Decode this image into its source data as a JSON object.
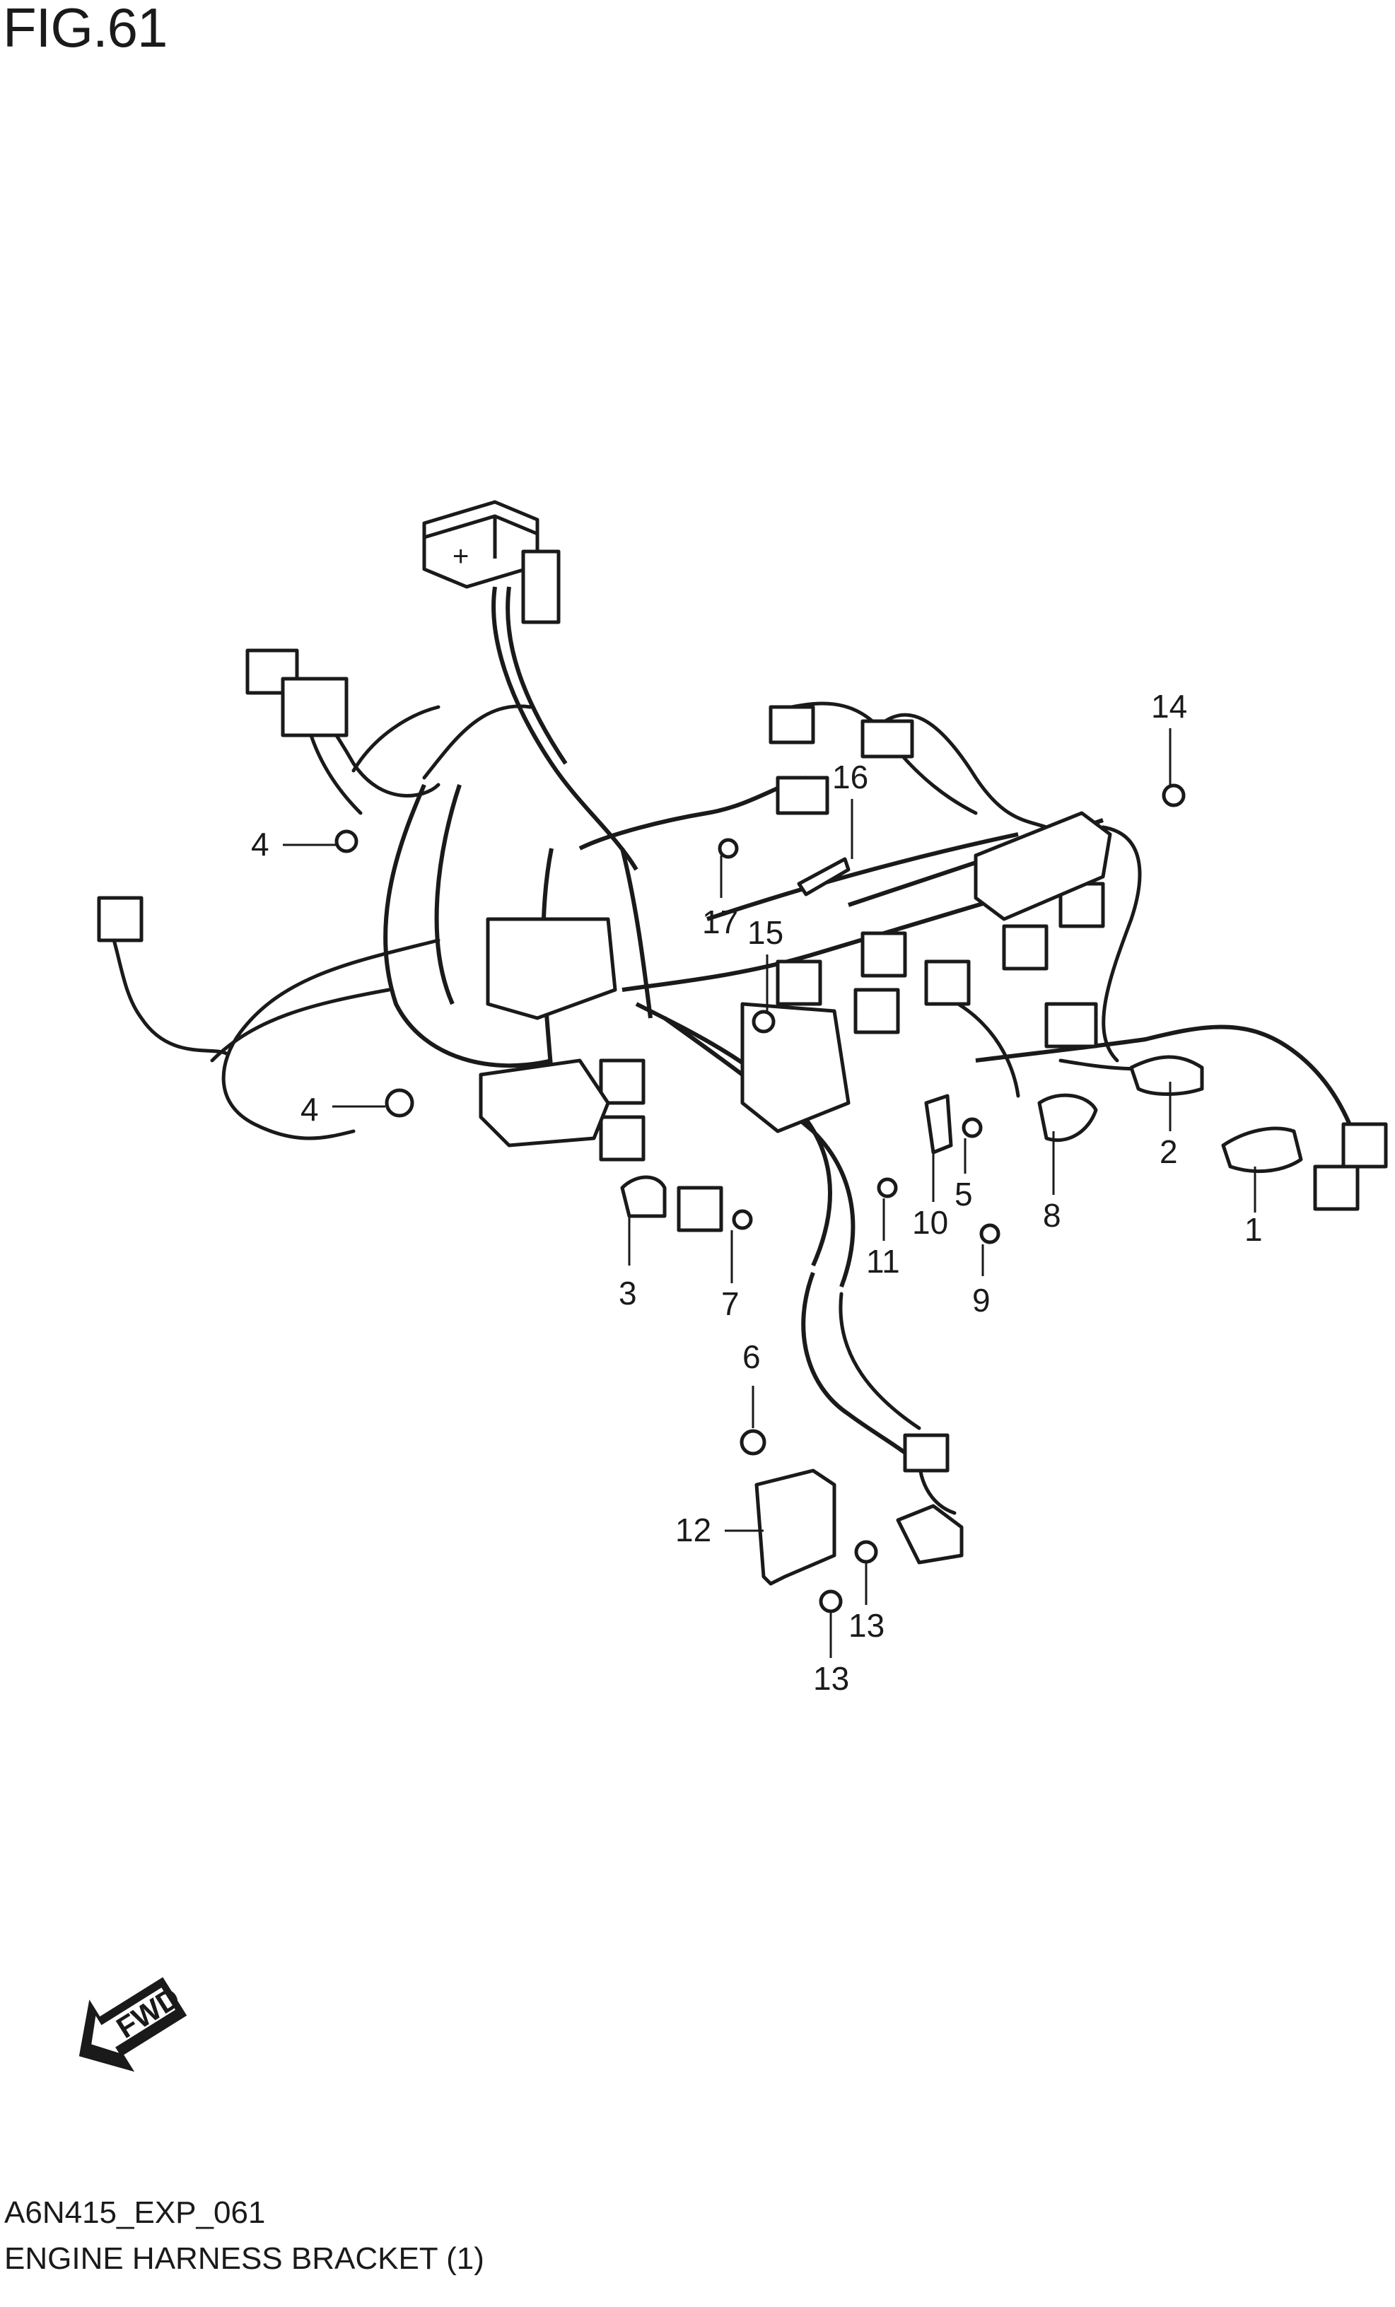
{
  "figure": {
    "title": "FIG.61",
    "code": "A6N415_EXP_061",
    "name": "ENGINE HARNESS BRACKET (1)"
  },
  "direction_marker": {
    "label": "FWD",
    "icon": "forward-arrow-icon"
  },
  "battery_terminal_symbol": "+",
  "callouts": [
    {
      "id": "c1",
      "label": "1"
    },
    {
      "id": "c2",
      "label": "2"
    },
    {
      "id": "c3",
      "label": "3"
    },
    {
      "id": "c4a",
      "label": "4"
    },
    {
      "id": "c4b",
      "label": "4"
    },
    {
      "id": "c5",
      "label": "5"
    },
    {
      "id": "c6",
      "label": "6"
    },
    {
      "id": "c7",
      "label": "7"
    },
    {
      "id": "c8",
      "label": "8"
    },
    {
      "id": "c9",
      "label": "9"
    },
    {
      "id": "c10",
      "label": "10"
    },
    {
      "id": "c11",
      "label": "11"
    },
    {
      "id": "c12",
      "label": "12"
    },
    {
      "id": "c13a",
      "label": "13"
    },
    {
      "id": "c13b",
      "label": "13"
    },
    {
      "id": "c14",
      "label": "14"
    },
    {
      "id": "c15",
      "label": "15"
    },
    {
      "id": "c16",
      "label": "16"
    },
    {
      "id": "c17",
      "label": "17"
    }
  ]
}
